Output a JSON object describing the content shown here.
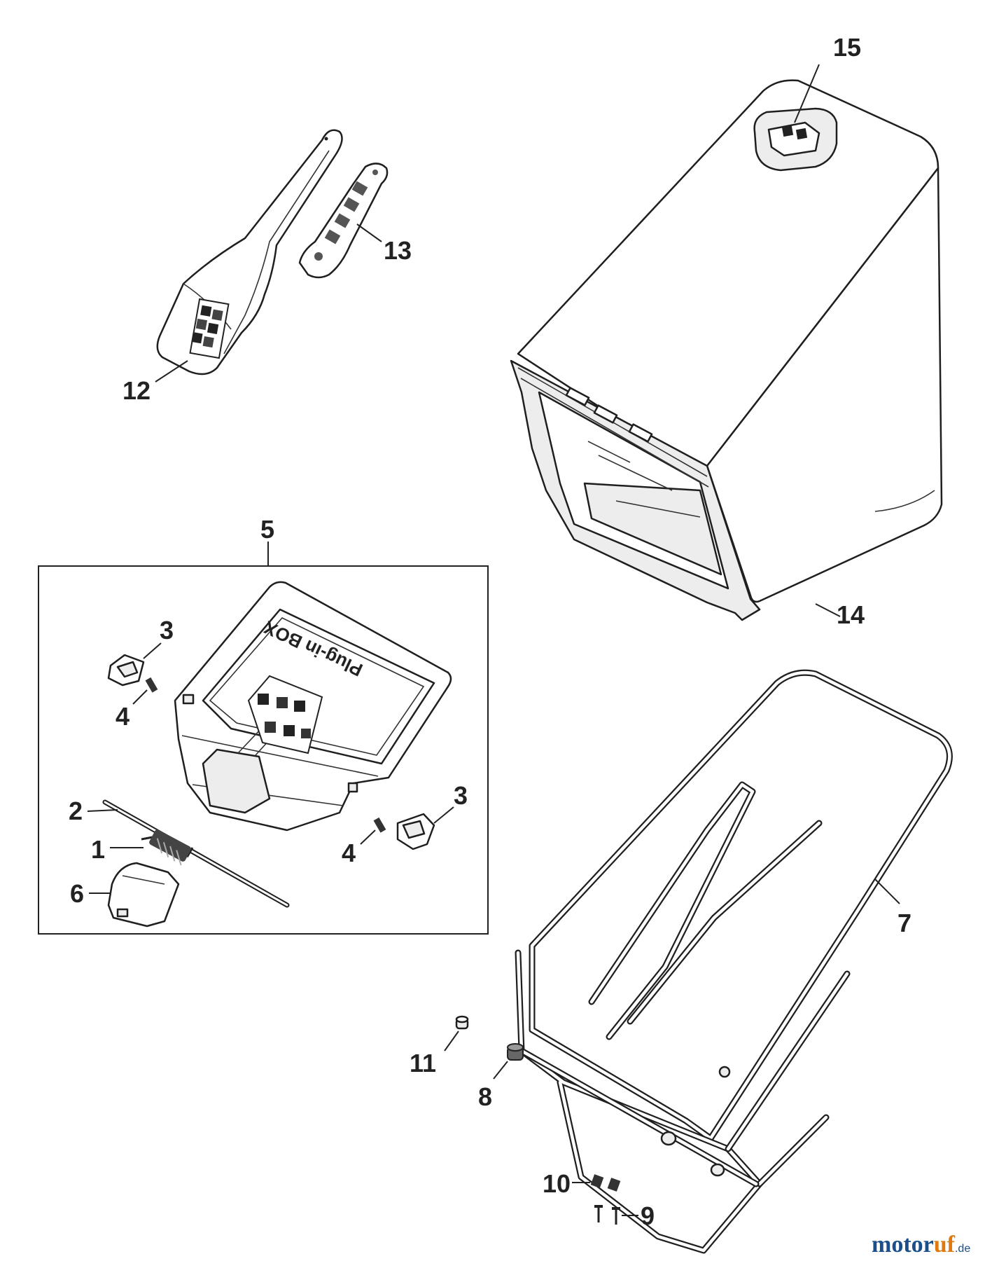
{
  "labels": {
    "p1": "1",
    "p2": "2",
    "p3a": "3",
    "p3b": "3",
    "p4a": "4",
    "p4b": "4",
    "p5": "5",
    "p6": "6",
    "p7": "7",
    "p8": "8",
    "p9": "9",
    "p10": "10",
    "p11": "11",
    "p12": "12",
    "p13": "13",
    "p14": "14",
    "p15": "15"
  },
  "flap_text": "Plug-in BOX",
  "watermark": {
    "main": "motor",
    "accent": "uf",
    "suffix": ".de"
  },
  "icons": [
    "grass-catcher-bag-icon",
    "catcher-frame-icon",
    "flap-cover-icon",
    "handle-cover-icon",
    "fill-level-indicator-icon"
  ]
}
